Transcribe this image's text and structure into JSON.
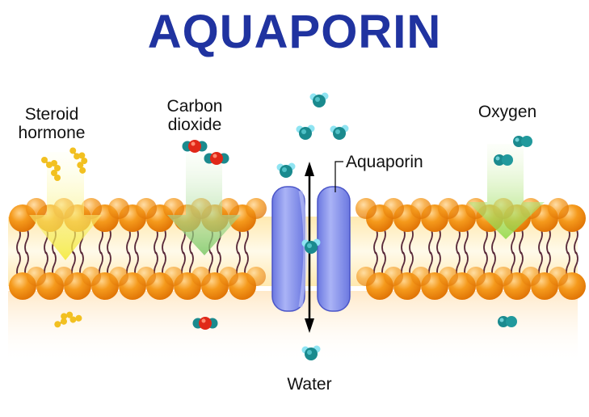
{
  "title": "AQUAPORIN",
  "labels": {
    "steroid": "Steroid hormone",
    "carbon": "Carbon dioxide",
    "oxygen": "Oxygen",
    "aquaporin": "Aquaporin",
    "water": "Water"
  },
  "colors": {
    "title": "#2033a0",
    "lipid_head": "#f08a10",
    "lipid_head_light": "#ffcc66",
    "membrane_core": "#fff4d2",
    "lipid_tail": "#5a2a3a",
    "channel": "#8c98ee",
    "channel_edge": "#4a55c8",
    "steroid_arrow": "#f5ec3a",
    "carbon_arrow": "#8fd47a",
    "oxygen_arrow": "#9ae05a",
    "molecule_teal": "#1a8a8e",
    "molecule_light": "#8fe4f2",
    "co2_red": "#e02818",
    "steroid_molecule": "#f2c020"
  },
  "icons": [
    "water-molecule-icon",
    "oxygen-molecule-icon",
    "carbon-dioxide-molecule-icon",
    "steroid-molecule-icon"
  ]
}
